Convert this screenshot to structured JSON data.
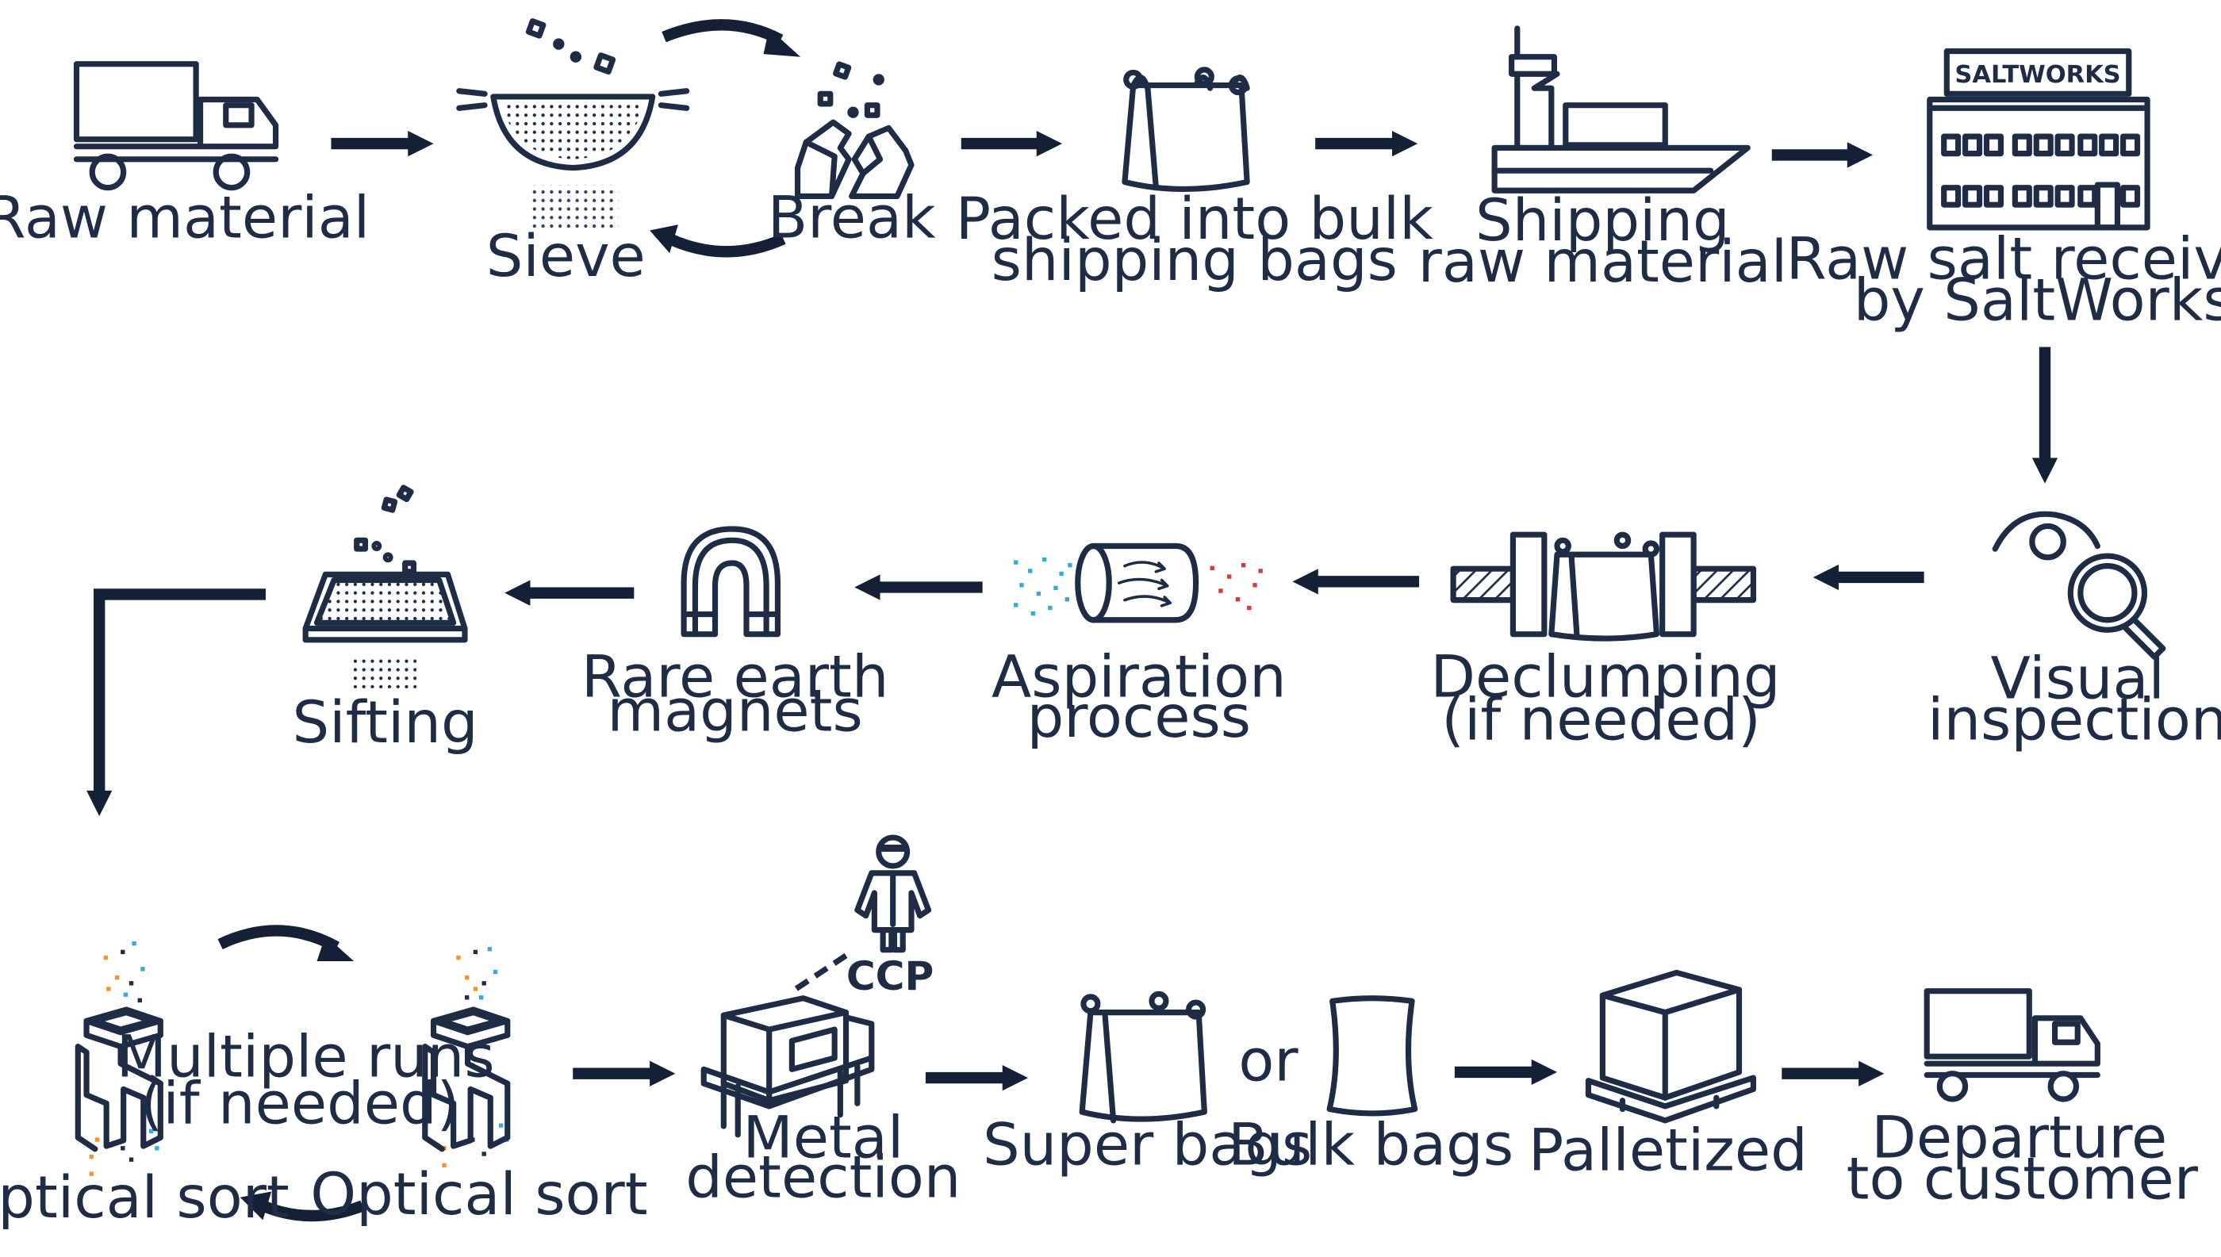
{
  "diagram": {
    "colors": {
      "ink": "#1e2c45",
      "arrow": "#132036",
      "dust_blue": "#3aa8d8",
      "dust_red": "#d83a3a",
      "dust_orange": "#f0962a"
    },
    "steps": {
      "raw_material": "Raw material",
      "sieve": "Sieve",
      "break": "Break",
      "packed_line1": "Packed into bulk",
      "packed_line2": "shipping bags",
      "shipping_line1": "Shipping",
      "shipping_line2": "raw material",
      "received_line1": "Raw salt received",
      "received_line2": "by SaltWorks",
      "building_sign": "SALTWORKS",
      "visual_line1": "Visual",
      "visual_line2": "inspection",
      "declumping_line1": "Declumping",
      "declumping_line2": "(if needed)",
      "aspiration_line1": "Aspiration",
      "aspiration_line2": "process",
      "magnets_line1": "Rare earth",
      "magnets_line2": "magnets",
      "sifting": "Sifting",
      "optical_sort_left": "Optical sort",
      "optical_sort_right": "Optical sort",
      "multiple_line1": "Multiple runs",
      "multiple_line2": "(if needed)",
      "ccp": "CCP",
      "metal_line1": "Metal",
      "metal_line2": "detection",
      "super_bags": "Super bags",
      "or": "or",
      "bulk_bags": "Bulk bags",
      "palletized": "Palletized",
      "departure_line1": "Departure",
      "departure_line2": "to customer"
    },
    "icons": [
      "truck-icon",
      "sieve-icon",
      "broken-rocks-icon",
      "bulk-bag-icon",
      "ship-icon",
      "building-icon",
      "magnifier-icon",
      "declumper-icon",
      "aspiration-icon",
      "magnet-icon",
      "sifter-icon",
      "optical-sorter-icon",
      "inspector-icon",
      "metal-detector-icon",
      "pallet-box-icon"
    ]
  }
}
